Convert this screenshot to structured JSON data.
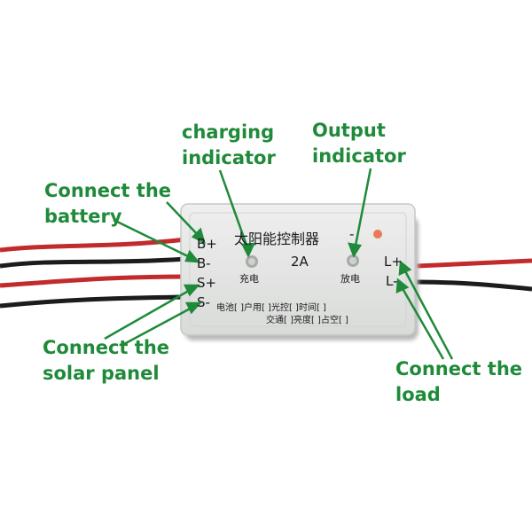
{
  "annotations": {
    "charging_indicator": [
      "charging",
      "indicator"
    ],
    "output_indicator": [
      "Output",
      "indicator"
    ],
    "battery": [
      "Connect the",
      "battery"
    ],
    "solar_panel": [
      "Connect the",
      "solar panel"
    ],
    "load": [
      "Connect the",
      "load"
    ]
  },
  "module": {
    "title": "太阳能控制器",
    "rating": "2A",
    "charge_label": "充电",
    "discharge_label": "放电",
    "minus_mark": "-",
    "terminals_left": [
      "B+",
      "B-",
      "S+",
      "S-"
    ],
    "terminals_right": [
      "L+",
      "L-"
    ],
    "option_rows": [
      "电池[    ]户用[  ]光控[  ]时间[  ]",
      "交通[  ]亮度[  ]占空[  ]"
    ]
  },
  "colors": {
    "annotation": "#1f8a3a",
    "module_body": "#e4e6e4",
    "wire_red": "#c22b2b",
    "wire_black": "#1c1c1c",
    "led_red": "#e87a5a"
  }
}
